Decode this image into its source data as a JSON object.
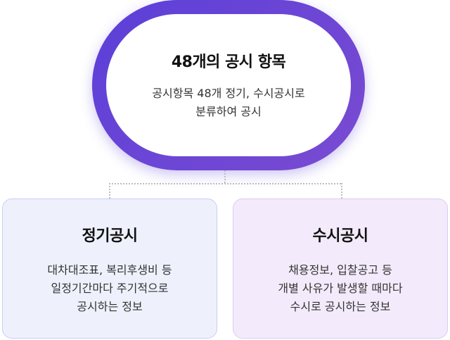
{
  "main": {
    "title": "48개의 공시 항목",
    "desc_line1": "공시항목 48개 정기, 수시공시로",
    "desc_line2": "분류하여 공시"
  },
  "cards": [
    {
      "title": "정기공시",
      "lines": [
        "대차대조표, 복리후생비 등",
        "일정기간마다 주기적으로",
        "공시하는 정보"
      ]
    },
    {
      "title": "수시공시",
      "lines": [
        "채용정보, 입찰공고 등",
        "개별 사유가 발생할 때마다",
        "수시로 공시하는 정보"
      ]
    }
  ],
  "colors": {
    "pill_gradient_start": "#5b3fd8",
    "pill_gradient_end": "#7a4bd0",
    "left_card_bg": "#eef1fc",
    "right_card_bg": "#f3ebfb"
  }
}
